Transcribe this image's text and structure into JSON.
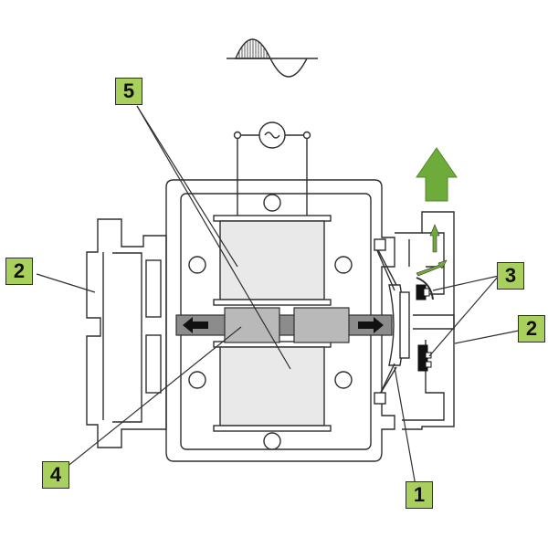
{
  "colors": {
    "label_bg": "#a9cf5c",
    "arrow_green": "#6fab3a",
    "line": "#2f2f2f",
    "shaft": "#8c8c8c",
    "coil_fill": "#e9e9e9",
    "magnet_fill": "#b9b9b9"
  },
  "labels": {
    "label_1": "1",
    "label_2_left": "2",
    "label_2_right": "2",
    "label_3": "3",
    "label_4": "4",
    "label_5": "5"
  },
  "symbols": {
    "ac_source": "alternating-current-source-icon",
    "waveform": "half-wave-waveform-icon",
    "flow_arrow": "outflow-arrow-icon"
  }
}
